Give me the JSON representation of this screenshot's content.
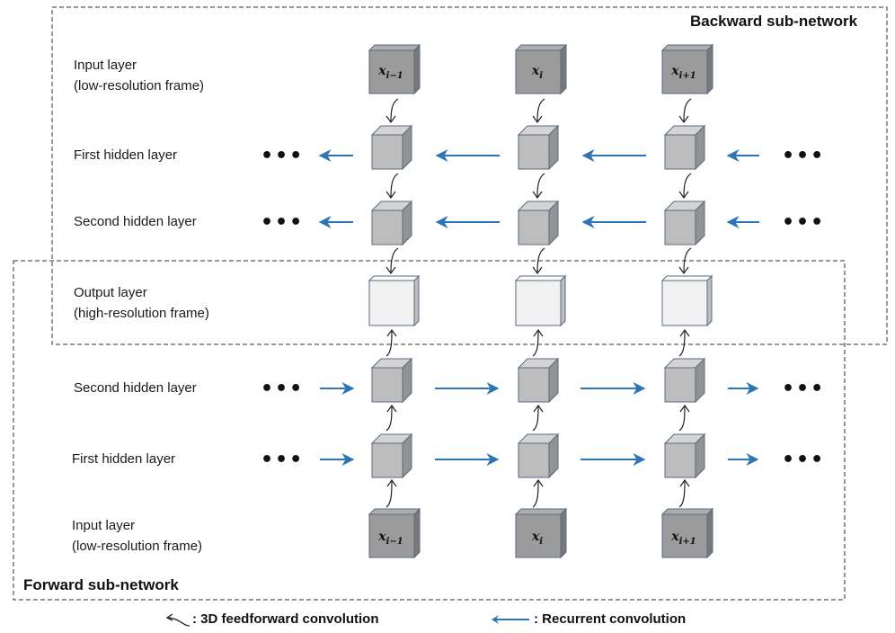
{
  "backward": {
    "title": "Backward sub-network",
    "input_label_1": "Input layer",
    "input_label_2": "(low-resolution frame)",
    "hidden1_label": "First hidden layer",
    "hidden2_label": "Second hidden layer"
  },
  "output": {
    "label_1": "Output layer",
    "label_2": "(high-resolution frame)"
  },
  "forward": {
    "title": "Forward sub-network",
    "hidden2_label": "Second hidden layer",
    "hidden1_label": "First hidden layer",
    "input_label_1": "Input layer",
    "input_label_2": "(low-resolution frame)"
  },
  "frames": [
    {
      "var": "x",
      "sub": "i−1"
    },
    {
      "var": "x",
      "sub": "i"
    },
    {
      "var": "x",
      "sub": "i+1"
    }
  ],
  "ellipsis": "•••",
  "legend": {
    "feedforward": ": 3D feedforward convolution",
    "recurrent": ": Recurrent convolution"
  },
  "colors": {
    "arrow_blue": "#2e75b6",
    "input_cube": "#9b9b9b",
    "hidden_cube": "#bdbdbd",
    "output_cube": "#f2f2f2"
  }
}
